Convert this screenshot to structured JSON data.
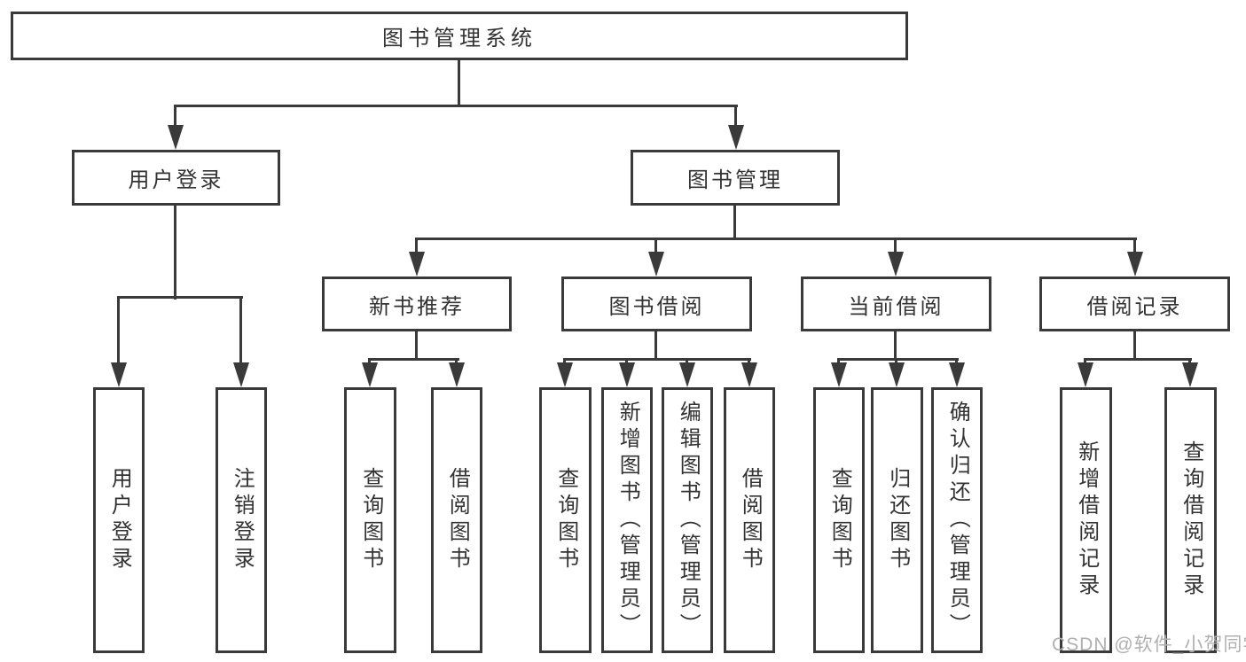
{
  "colors": {
    "line": "#3a3a3a",
    "text": "#333333",
    "box_background": "#ffffff",
    "page_background": "#ffffff",
    "watermark": "#b0b0b0"
  },
  "watermark": "CSDN @软件_小贺同学",
  "diagram": {
    "type": "tree",
    "root": {
      "label": "图书管理系统"
    },
    "branches": [
      {
        "label": "用户登录",
        "children": [
          {
            "label": "用户登录"
          },
          {
            "label": "注销登录"
          }
        ]
      },
      {
        "label": "图书管理",
        "children": [
          {
            "label": "新书推荐",
            "children": [
              {
                "label": "查询图书"
              },
              {
                "label": "借阅图书"
              }
            ]
          },
          {
            "label": "图书借阅",
            "children": [
              {
                "label": "查询图书"
              },
              {
                "label": "新增图书（管理员）"
              },
              {
                "label": "编辑图书（管理员）"
              },
              {
                "label": "借阅图书"
              }
            ]
          },
          {
            "label": "当前借阅",
            "children": [
              {
                "label": "查询图书"
              },
              {
                "label": "归还图书"
              },
              {
                "label": "确认归还（管理员）"
              }
            ]
          },
          {
            "label": "借阅记录",
            "children": [
              {
                "label": "新增借阅记录"
              },
              {
                "label": "查询借阅记录"
              }
            ]
          }
        ]
      }
    ]
  }
}
